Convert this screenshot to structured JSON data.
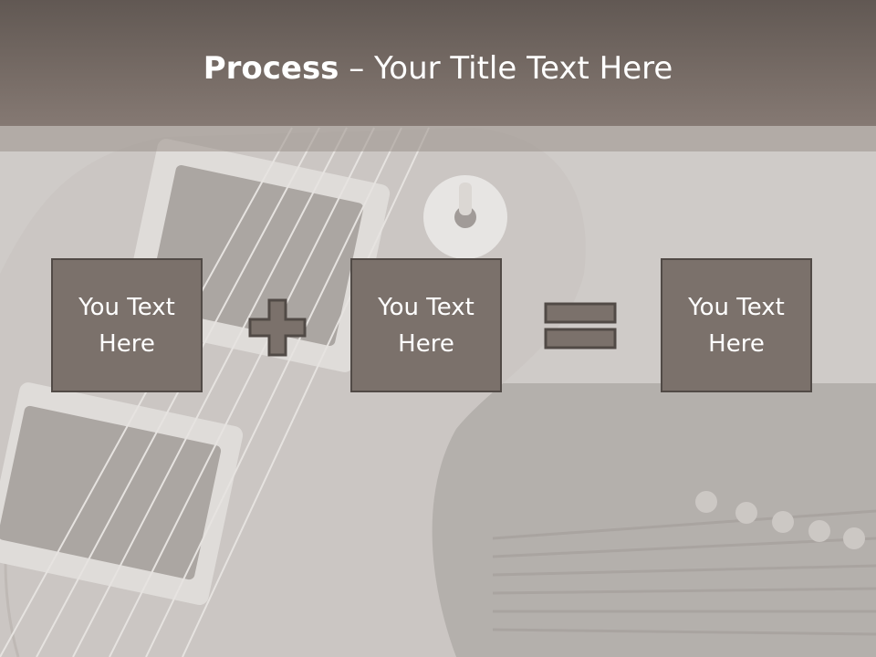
{
  "slide": {
    "title_bold": "Process",
    "title_rest": " – Your Title Text Here",
    "background": "guitar-photo"
  },
  "process": {
    "steps": [
      {
        "label": "You Text Here"
      },
      {
        "label": "You Text Here"
      },
      {
        "label": "You Text Here"
      }
    ],
    "operators": [
      "plus-icon",
      "equals-icon"
    ]
  },
  "colors": {
    "title_bar": "#776c66",
    "box_fill": "#7b716b",
    "box_border": "#514a46",
    "text": "#ffffff"
  }
}
